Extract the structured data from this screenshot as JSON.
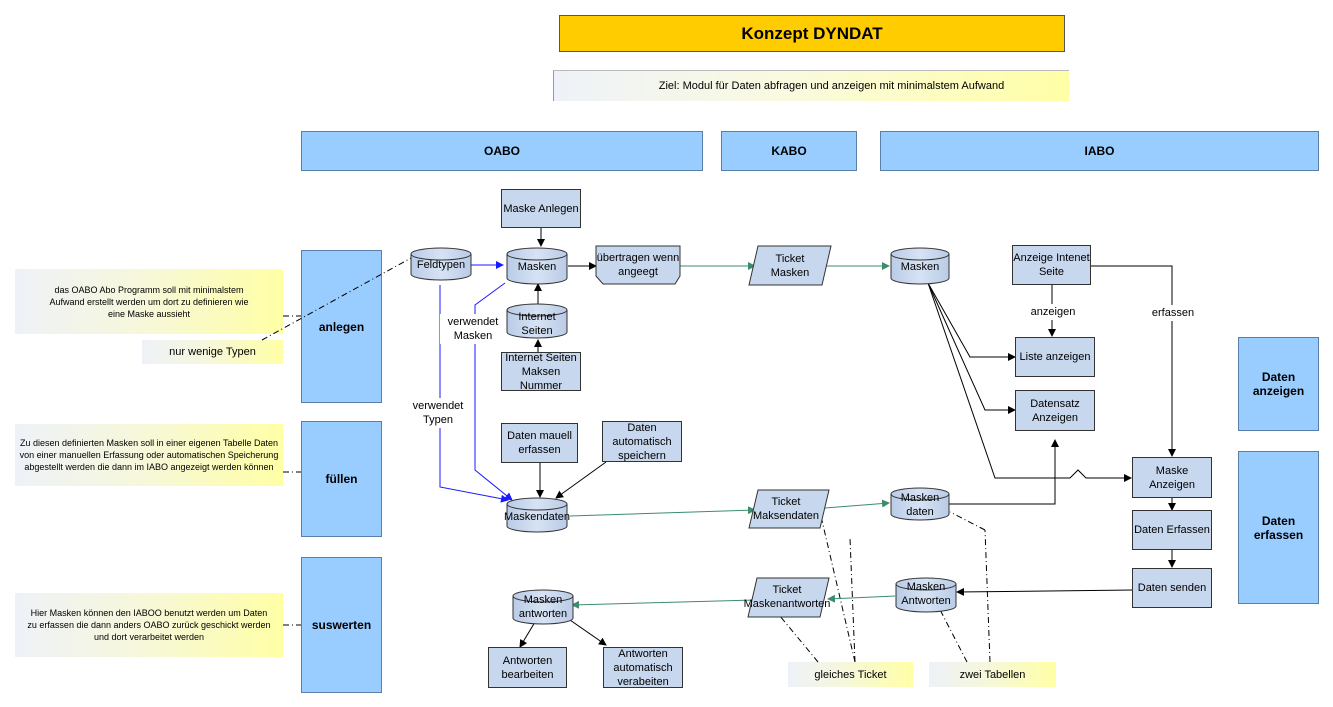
{
  "title": "Konzept DYNDAT",
  "goal": "Ziel: Modul für Daten abfragen und anzeigen mit minimalstem Aufwand",
  "lanes": {
    "oabo": "OABO",
    "kabo": "KABO",
    "iabo": "IABO",
    "anlegen": "anlegen",
    "fuellen": "füllen",
    "auswerten": "suswerten",
    "daten_anzeigen": "Daten anzeigen",
    "daten_erfassen": "Daten erfassen"
  },
  "notes": {
    "note1": "das OABO Abo Programm soll mit minimalstem Aufwand erstellt werden um dort zu definieren wie eine Maske aussieht",
    "note2": "nur wenige Typen",
    "note3": "Zu diesen definierten Masken soll in einer eigenen Tabelle Daten von einer manuellen Erfassung oder automatischen Speicherung abgestellt werden die dann im IABO angezeigt werden können",
    "note4": "Hier Masken können den IABOO benutzt werden um Daten zu erfassen die dann anders OABO zurück geschickt werden und dort verarbeitet werden",
    "note5": "gleiches Ticket",
    "note6": "zwei Tabellen"
  },
  "nodes": {
    "maske_anlegen": "Maske Anlegen",
    "feldtypen": "Feldtypen",
    "masken": "Masken",
    "uebertragen": "übertragen wenn angeegt",
    "internet_seiten": "Internet Seiten",
    "internet_seiten_nr": "Internet Seiten Maksen Nummer",
    "daten_manuell": "Daten mauell erfassen",
    "daten_auto": "Daten automatisch speichern",
    "maskendaten": "Maskendaten",
    "masken_antworten": "Masken antworten",
    "antworten_bearbeiten": "Antworten bearbeiten",
    "antworten_auto": "Antworten automatisch verabeiten",
    "ticket_masken": "Ticket Masken",
    "ticket_maskendaten": "Ticket Maksendaten",
    "ticket_maskenantworten": "Ticket Maskenantworten",
    "iabo_masken": "Masken",
    "iabo_maskendaten": "Masken daten",
    "iabo_maskenantworten": "Masken Antworten",
    "anzeige_internet": "Anzeige Intenet Seite",
    "liste_anzeigen": "Liste anzeigen",
    "datensatz_anzeigen": "Datensatz Anzeigen",
    "maske_anzeigen": "Maske Anzeigen",
    "daten_erfassen": "Daten Erfassen",
    "daten_senden": "Daten senden"
  },
  "edge_labels": {
    "verwendet_masken": "verwendet Masken",
    "verwendet_typen": "verwendet Typen",
    "anzeigen": "anzeigen",
    "erfassen": "erfassen"
  },
  "colors": {
    "title_bg": "#ffcc00",
    "lane_bg": "#99ccff",
    "node_bg": "#c7d7ee",
    "green_arrow": "#3c8c6c",
    "blue_arrow": "#1a1aff"
  }
}
